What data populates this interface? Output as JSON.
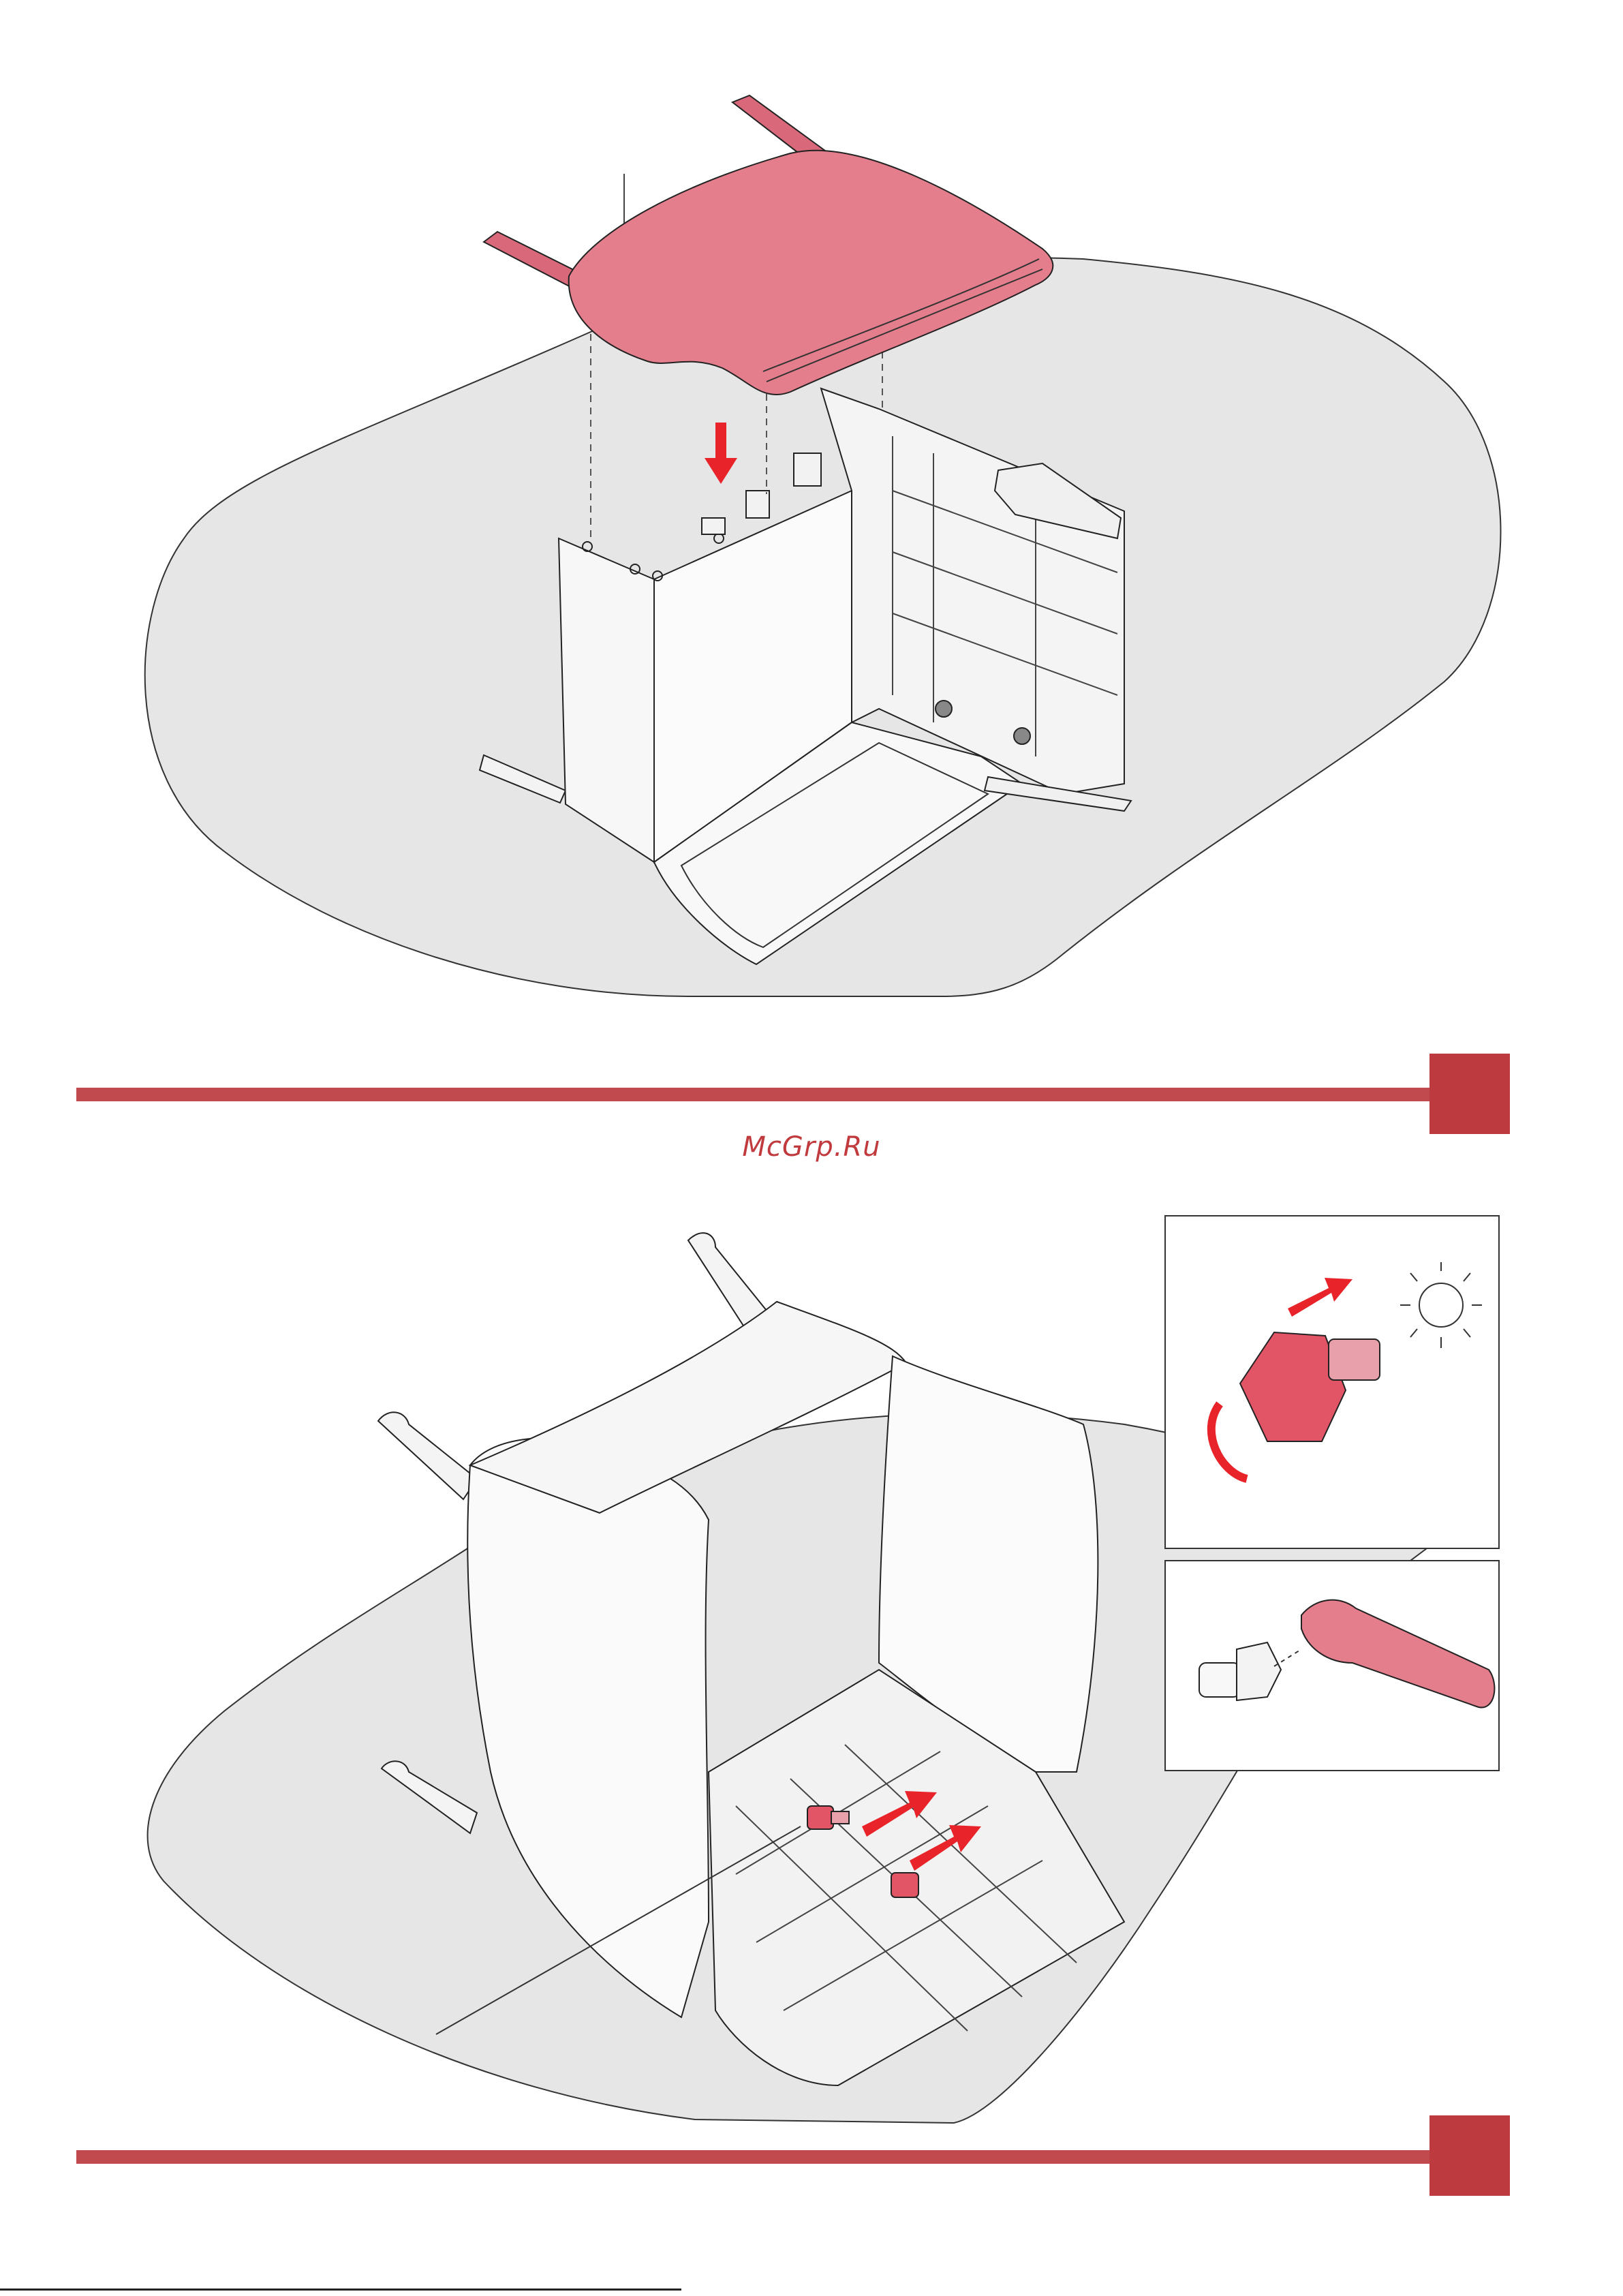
{
  "watermark": {
    "text": "McGrp.Ru"
  },
  "colors": {
    "accent_red": "#c04a4d",
    "step_box": "#bd3b3e",
    "seat_pink": "#e47d8c",
    "floor_gray": "#e6e6e6",
    "arrow_red": "#e8232a"
  },
  "steps": [
    {
      "part": "seat-cushion",
      "action": "attach-seat-down"
    },
    {
      "part": "bolts",
      "action": "insert-and-tighten"
    }
  ],
  "details": [
    {
      "part": "bolt",
      "action": "rotate-and-insert"
    },
    {
      "part": "wrench",
      "action": "fit-bolt-head"
    }
  ]
}
